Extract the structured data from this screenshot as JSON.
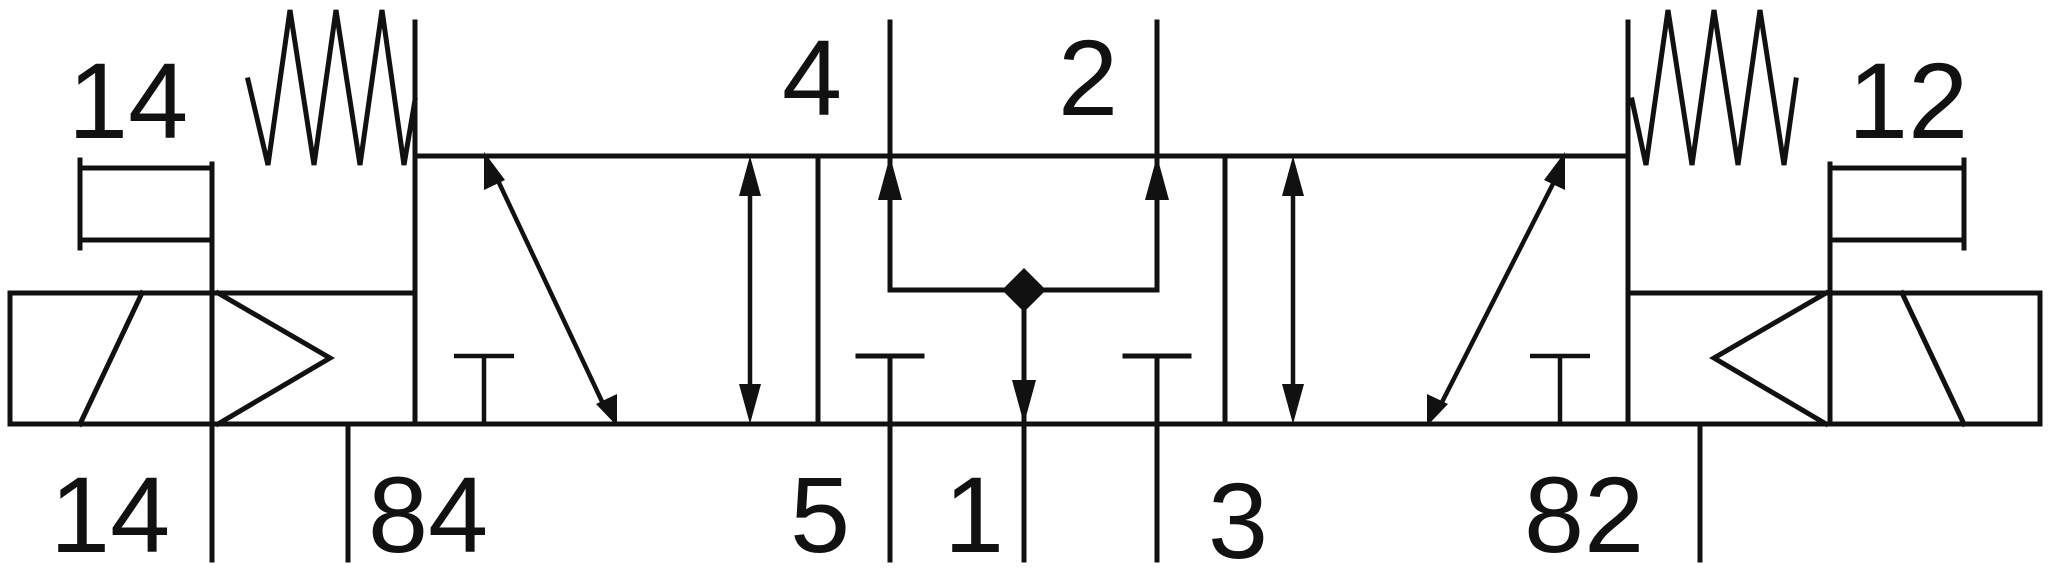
{
  "diagram": {
    "labels": {
      "pilot_14_top": "14",
      "pilot_12_top": "12",
      "port_4": "4",
      "port_2": "2",
      "port_14_bottom": "14",
      "port_84": "84",
      "port_5": "5",
      "port_1": "1",
      "port_3": "3",
      "port_82": "82"
    },
    "colors": {
      "line": "#111111",
      "background": "#ffffff"
    },
    "icons": {
      "left_spring": "spring-icon",
      "right_spring": "spring-icon",
      "left_solenoid": "solenoid-icon",
      "right_solenoid": "solenoid-icon",
      "left_manual": "manual-override-icon",
      "right_manual": "manual-override-icon",
      "check_valve": "shuttle-check-icon"
    }
  }
}
